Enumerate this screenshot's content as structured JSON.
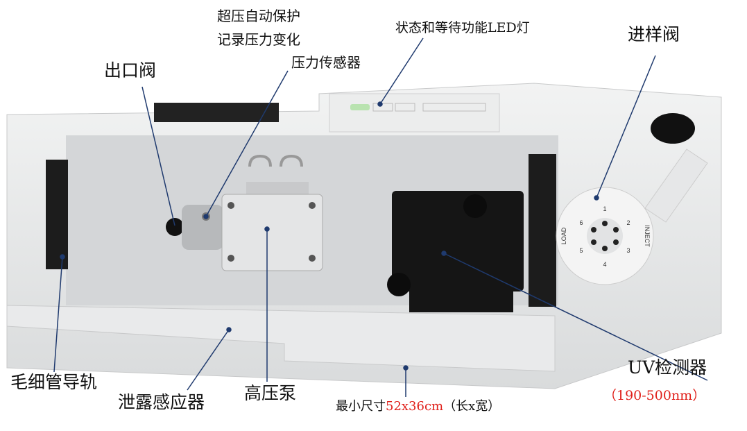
{
  "labels": {
    "overpressure": "超压自动保护",
    "record_pressure": "记录压力变化",
    "pressure_sensor": "压力传感器",
    "led": "状态和等待功能LED灯",
    "injection_valve": "进样阀",
    "outlet_valve": "出口阀",
    "capillary_rail": "毛细管导轨",
    "leak_sensor": "泄露感应器",
    "pump": "高压泵",
    "size_prefix": "最小尺寸",
    "size_value": "52x36cm",
    "size_suffix": "（长x宽）",
    "uv_detector": "UV检测器",
    "uv_range": "（190-500nm）"
  },
  "valve": {
    "load": "LOAD",
    "inject": "INJECT",
    "ports": [
      "1",
      "2",
      "3",
      "4",
      "5",
      "6"
    ]
  },
  "colors": {
    "leader": "#1f3a6e",
    "highlight": "#e0201a"
  }
}
